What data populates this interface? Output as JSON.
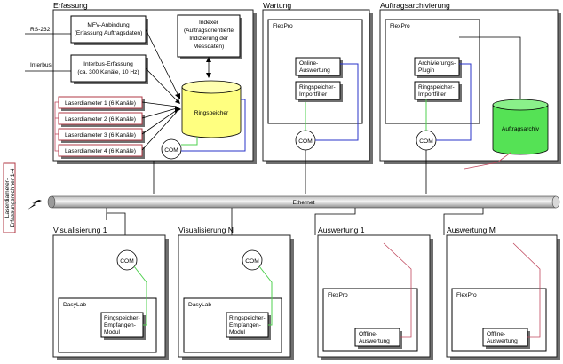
{
  "sections": {
    "erfassung": "Erfassung",
    "wartung": "Wartung",
    "auftragsarchivierung": "Auftragsarchivierung",
    "visualisierung_1": "Visualisierung 1",
    "visualisierung_n": "Visualisierung N",
    "auswertung_1": "Auswertung 1",
    "auswertung_m": "Auswertung M"
  },
  "inputs": {
    "rs232": "RS-232",
    "interbus": "Interbus"
  },
  "erfassung": {
    "mfv": [
      "MFV-Anbindung",
      "(Erfassung Auftragsdaten)"
    ],
    "interbus": [
      "Interbus-Erfassung",
      "(ca. 300 Kanäle, 10 Hz)"
    ],
    "indexer": [
      "Indexer",
      "(Auftragsorientierte",
      "Indizierung der",
      "Messdaten)"
    ],
    "ringspeicher": "Ringspeicher",
    "laser": [
      "Laserdiameter 1 (6 Kanäle)",
      "Laserdiameter 2 (6 Kanäle)",
      "Laserdiameter 3 (6 Kanäle)",
      "Laserdiameter 4 (6 Kanäle)"
    ],
    "com": "COM"
  },
  "wartung": {
    "flexpro": "FlexPro",
    "online": [
      "Online-",
      "Auswertung"
    ],
    "importfilter": [
      "Ringspeicher-",
      "Importfilter"
    ],
    "com": "COM"
  },
  "archiv": {
    "flexpro": "FlexPro",
    "plugin": [
      "Archivierungs-",
      "Plugin"
    ],
    "importfilter": [
      "Ringspeicher-",
      "Importfilter"
    ],
    "auftragsarchiv": "Auftragsarchiv",
    "com": "COM"
  },
  "ethernet": "Ethernet",
  "side_label": [
    "Laserdiameter-",
    "Erfassungsrechner 1-4"
  ],
  "visualisierung": {
    "com": "COM",
    "dasylab": "DasyLab",
    "modul": [
      "Ringspeicher-",
      "Empfangen-",
      "Modul"
    ]
  },
  "auswertung": {
    "flexpro": "FlexPro",
    "offline": [
      "Offline-",
      "Auswertung"
    ]
  },
  "colors": {
    "cylinder_yellow": "#ffff80",
    "cylinder_green": "#55e255",
    "link_blue": "#2a33c8",
    "link_green": "#4fd04f",
    "link_red": "#c0475d",
    "shadow": "#6f6f6f"
  }
}
